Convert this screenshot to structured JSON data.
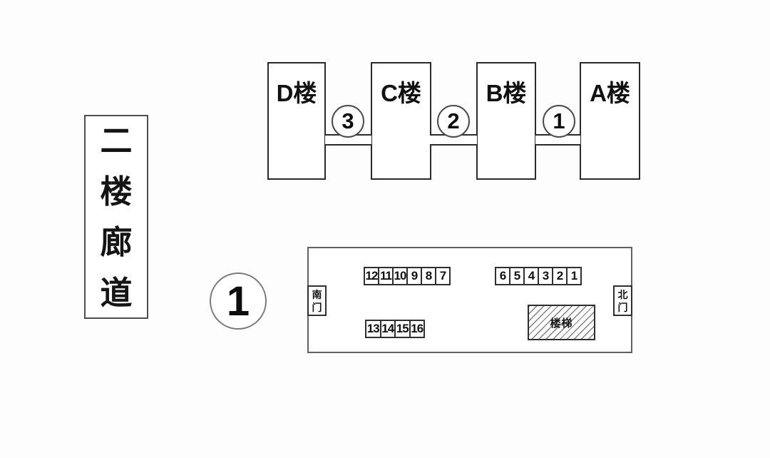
{
  "page": {
    "background_color": "#fdfdfd",
    "line_color": "#2b2b2b",
    "description_domain": "campus second-floor corridor diagram"
  },
  "title": {
    "text": "二楼廊道"
  },
  "overview": {
    "buildings": [
      {
        "id": "D",
        "label": "D楼"
      },
      {
        "id": "C",
        "label": "C楼"
      },
      {
        "id": "B",
        "label": "B楼"
      },
      {
        "id": "A",
        "label": "A楼"
      }
    ],
    "connectors": [
      {
        "number": "3",
        "between": "D楼-C楼"
      },
      {
        "number": "2",
        "between": "C楼-B楼"
      },
      {
        "number": "1",
        "between": "B楼-A楼"
      }
    ]
  },
  "floorplan": {
    "index_number": "1",
    "south_gate": "南门",
    "north_gate": "北门",
    "stairs_label": "楼梯",
    "rooms_top_left": [
      "12",
      "11",
      "10",
      "9",
      "8",
      "7"
    ],
    "rooms_top_right": [
      "6",
      "5",
      "4",
      "3",
      "2",
      "1"
    ],
    "rooms_bottom_left": [
      "13",
      "14",
      "15",
      "16"
    ]
  }
}
